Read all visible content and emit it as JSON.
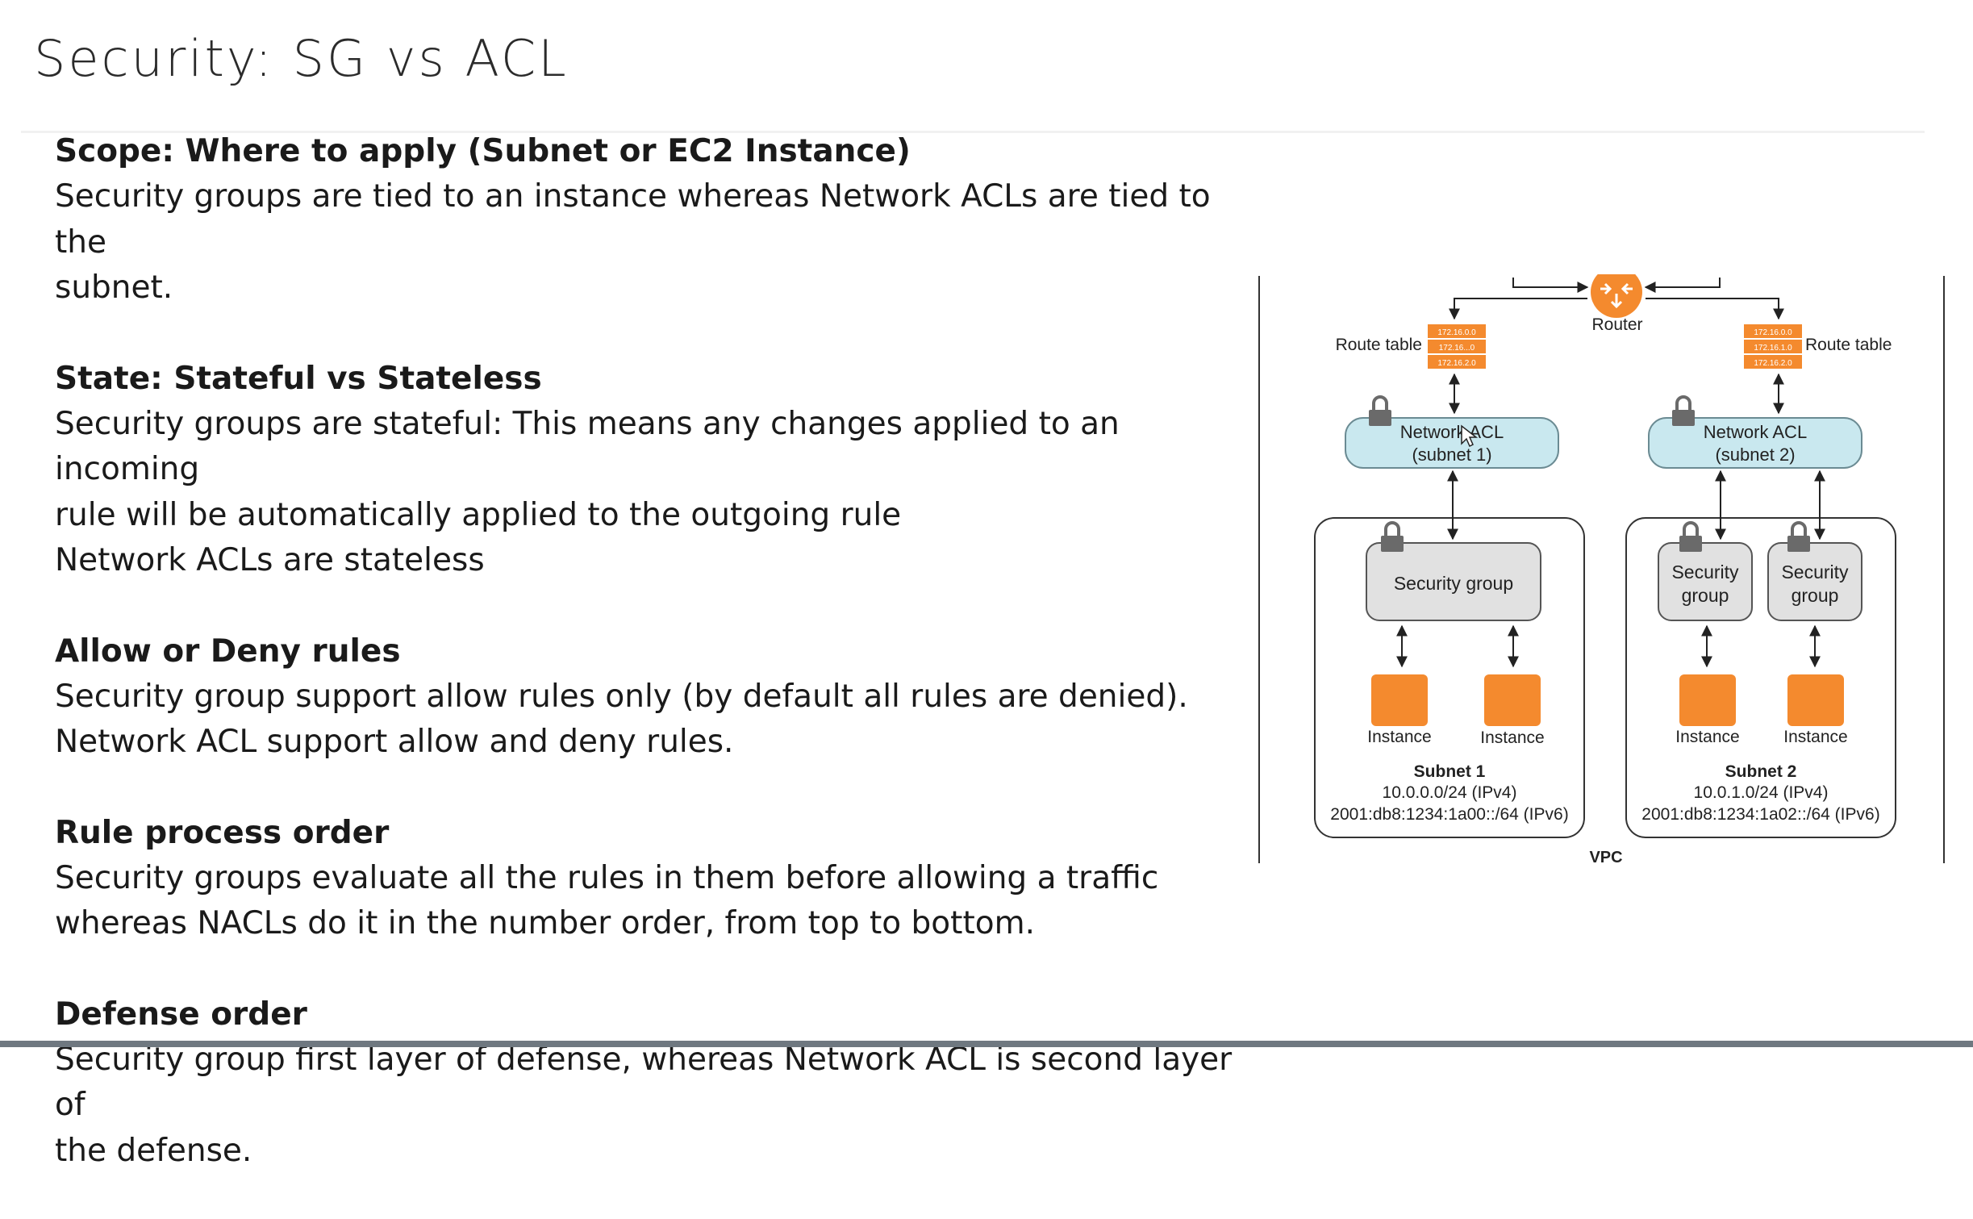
{
  "title": "Security: SG vs ACL",
  "sections": [
    {
      "heading": "Scope: Where to apply (Subnet or EC2 Instance)",
      "lines": [
        "Security groups are tied to an instance whereas Network ACLs are tied to the",
        "subnet."
      ]
    },
    {
      "heading": "State: Stateful vs Stateless",
      "lines": [
        "Security groups are stateful: This means any changes applied to an incoming",
        "rule will be automatically applied to the outgoing rule",
        "Network ACLs are stateless"
      ]
    },
    {
      "heading": "Allow or Deny rules",
      "lines": [
        "Security group support allow rules only (by default all rules are denied).",
        "Network ACL support allow and deny rules."
      ]
    },
    {
      "heading": "Rule process order",
      "lines": [
        "Security groups evaluate all the rules in them before allowing a traffic",
        "whereas NACLs do it in the number order, from top to bottom."
      ]
    },
    {
      "heading": "Defense order",
      "lines": [
        "Security group first layer of defense, whereas Network ACL is second layer of",
        "the defense."
      ]
    }
  ],
  "diagram": {
    "router": "Router",
    "route_table_left": "Route table",
    "route_table_right": "Route table",
    "rt_left_rows": [
      "172.16.0.0",
      "172.16...0",
      "172.16.2.0"
    ],
    "rt_right_rows": [
      "172.16.0.0",
      "172.16.1.0",
      "172.16.2.0"
    ],
    "nacl1_line1": "Network ACL",
    "nacl1_line2": "(subnet 1)",
    "nacl2_line1": "Network ACL",
    "nacl2_line2": "(subnet 2)",
    "sg_subnet1": "Security group",
    "sg_a_line1": "Security",
    "sg_a_line2": "group",
    "sg_b_line1": "Security",
    "sg_b_line2": "group",
    "instance": "Instance",
    "subnet1_name": "Subnet 1",
    "subnet1_ipv4": "10.0.0.0/24 (IPv4)",
    "subnet1_ipv6": "2001:db8:1234:1a00::/64 (IPv6)",
    "subnet2_name": "Subnet 2",
    "subnet2_ipv4": "10.0.1.0/24 (IPv4)",
    "subnet2_ipv6": "2001:db8:1234:1a02::/64 (IPv6)",
    "vpc": "VPC",
    "colors": {
      "orange": "#f48a2e",
      "nacl_fill": "#c9e8ef",
      "sg_fill": "#e1e1e1",
      "lock": "#6a6a6a"
    }
  }
}
